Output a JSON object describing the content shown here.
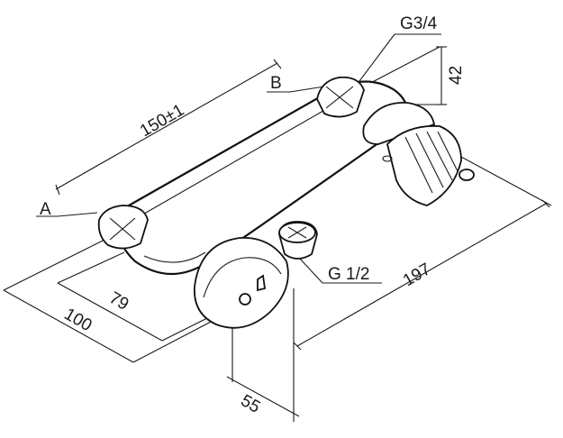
{
  "labels": {
    "g34": "G3/4",
    "b": "B",
    "d150": "150±1",
    "a": "A",
    "d42": "42",
    "d79": "79",
    "d100": "100",
    "g12": "G 1/2",
    "d197": "197",
    "d55": "55"
  },
  "colors": {
    "line": "#1a1a1a",
    "paper": "#ffffff"
  }
}
